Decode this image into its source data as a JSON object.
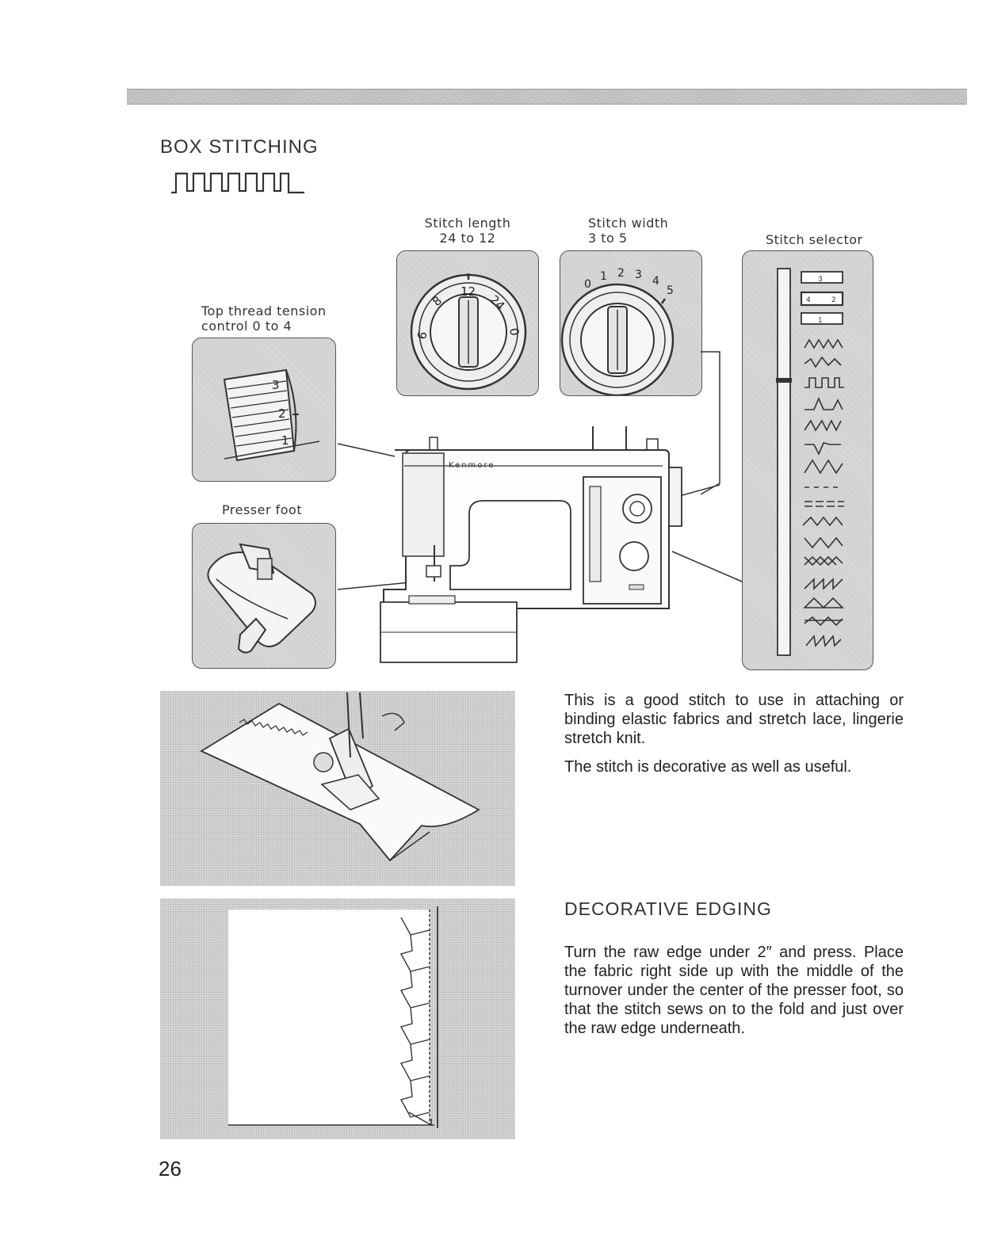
{
  "page_number": "26",
  "box_stitching": {
    "title": "BOX STITCHING"
  },
  "settings": {
    "stitch_length": {
      "label_line1": "Stitch length",
      "label_line2": "24 to 12"
    },
    "stitch_width": {
      "label_line1": "Stitch width",
      "label_line2": "3 to 5"
    },
    "stitch_selector": {
      "label": "Stitch selector"
    },
    "top_thread_tension": {
      "label_line1": "Top thread tension",
      "label_line2": "control 0 to 4"
    },
    "presser_foot": {
      "label": "Presser foot"
    }
  },
  "dial_marks": {
    "length": [
      "6",
      "8",
      "12",
      "24",
      "0"
    ],
    "width": [
      "0",
      "1",
      "2",
      "3",
      "4",
      "5"
    ],
    "tension": [
      "3",
      "2",
      "1"
    ]
  },
  "machine_brand": "Kenmore",
  "selector_icons": [
    "3",
    "4",
    "2",
    "1"
  ],
  "description": {
    "paragraph1": "This is a good stitch to use in attaching or binding elastic fabrics and stretch lace, lingerie stretch knit.",
    "paragraph2": "The stitch is decorative as well as useful."
  },
  "decorative_edging": {
    "title": "DECORATIVE EDGING",
    "paragraph": "Turn the raw edge under 2″ and press. Place the fabric right side up with the middle of the turnover under the center of the presser foot, so that the stitch sews on to the fold and just over the raw edge underneath."
  }
}
